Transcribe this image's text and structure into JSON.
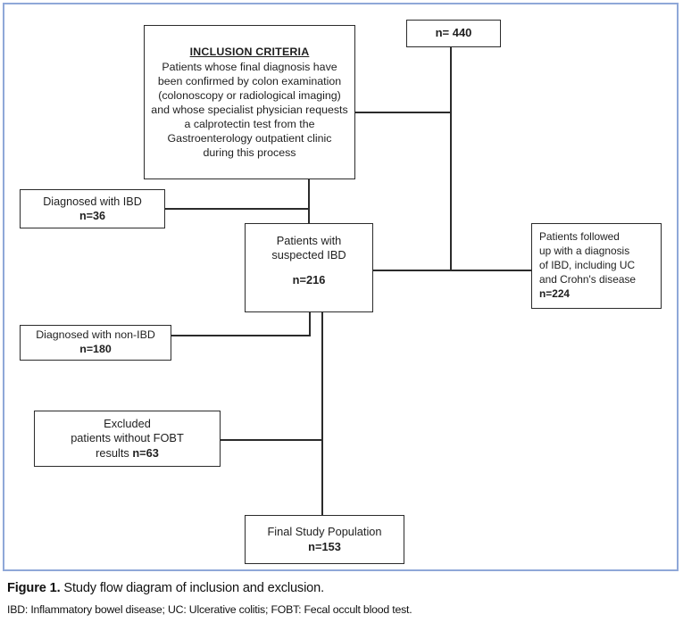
{
  "figure": {
    "border_color": "#8fa8d8",
    "line_color": "#2b2b2b"
  },
  "chart_data": {
    "type": "diagram",
    "title": "Study flow diagram of inclusion and exclusion",
    "nodes": [
      {
        "id": "total",
        "label": "n= 440",
        "value": 440
      },
      {
        "id": "inclusion",
        "heading": "INCLUSION CRITERIA",
        "body": "Patients whose final diagnosis have been confirmed by colon examination (colonoscopy or radiological imaging) and whose specialist physician requests a calprotectin test from the Gastroenterology outpatient clinic during this process"
      },
      {
        "id": "diagnosed-ibd",
        "label": "Diagnosed with IBD",
        "count": "n=36",
        "value": 36
      },
      {
        "id": "suspected-ibd",
        "label_line1": "Patients with",
        "label_line2": "suspected IBD",
        "count": "n=216",
        "value": 216
      },
      {
        "id": "followed-up",
        "body": "Patients followed up with a diagnosis of IBD, including UC and Crohn's disease",
        "count": "n=224",
        "value": 224
      },
      {
        "id": "diagnosed-non-ibd",
        "label": "Diagnosed with non-IBD",
        "count": "n=180",
        "value": 180
      },
      {
        "id": "excluded",
        "label_line1": "Excluded",
        "label_line2": "patients without FOBT",
        "label_line3_prefix": "results ",
        "count": "n=63",
        "value": 63
      },
      {
        "id": "final",
        "label": "Final Study Population",
        "count": "n=153",
        "value": 153
      }
    ]
  },
  "nodes": {
    "total": {
      "label": "n= 440"
    },
    "inclusion": {
      "heading": "INCLUSION CRITERIA",
      "body": "Patients whose final diagnosis have been confirmed by colon examination (colonoscopy or radiological imaging) and whose specialist physician requests a calprotectin test from the Gastroenterology outpatient clinic during this process"
    },
    "diagnosed_ibd": {
      "label": "Diagnosed with IBD",
      "count": "n=36"
    },
    "suspected_ibd": {
      "line1": "Patients with",
      "line2": "suspected IBD",
      "count": "n=216"
    },
    "followed_up": {
      "line1": "Patients followed",
      "line2": "up with a diagnosis",
      "line3": "of IBD, including UC",
      "line4": "and Crohn's disease",
      "count": "n=224"
    },
    "diagnosed_non_ibd": {
      "label": "Diagnosed with non-IBD",
      "count": "n=180"
    },
    "excluded": {
      "line1": "Excluded",
      "line2": "patients without FOBT",
      "line3_prefix": "results ",
      "count": "n=63"
    },
    "final": {
      "label": "Final Study Population",
      "count": "n=153"
    }
  },
  "caption": {
    "figure_label": "Figure 1.",
    "title": " Study flow diagram of inclusion and exclusion.",
    "abbreviations": "IBD: Inflammatory bowel disease; UC: Ulcerative colitis; FOBT: Fecal occult blood test."
  }
}
